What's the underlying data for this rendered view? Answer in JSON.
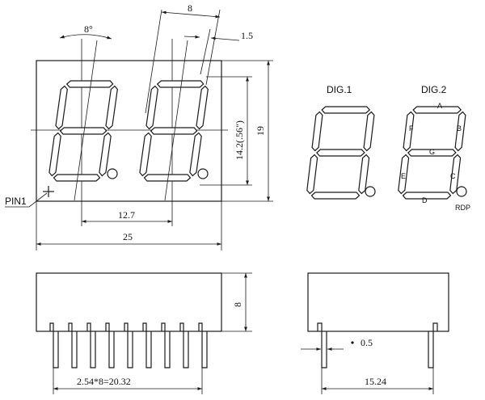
{
  "front_view": {
    "dim_width": "25",
    "dim_height": "19",
    "dim_digit_pitch": "12.7",
    "dim_digit_height": "14.2(.56\")",
    "dim_top": "8",
    "dim_segment_width": "1.5",
    "dim_slant": "8°",
    "pin1_label": "PIN1"
  },
  "segment_diagram": {
    "digit1_label": "DIG.1",
    "digit2_label": "DIG.2",
    "segments": {
      "a": "A",
      "b": "B",
      "c": "C",
      "d": "D",
      "e": "E",
      "f": "F",
      "g": "G"
    },
    "dp_label": "RDP"
  },
  "side_view": {
    "dim_height": "8",
    "dim_pin_span": "2.54*8=20.32"
  },
  "end_view": {
    "dim_pin": "0.5",
    "dim_row_spacing": "15.24"
  }
}
